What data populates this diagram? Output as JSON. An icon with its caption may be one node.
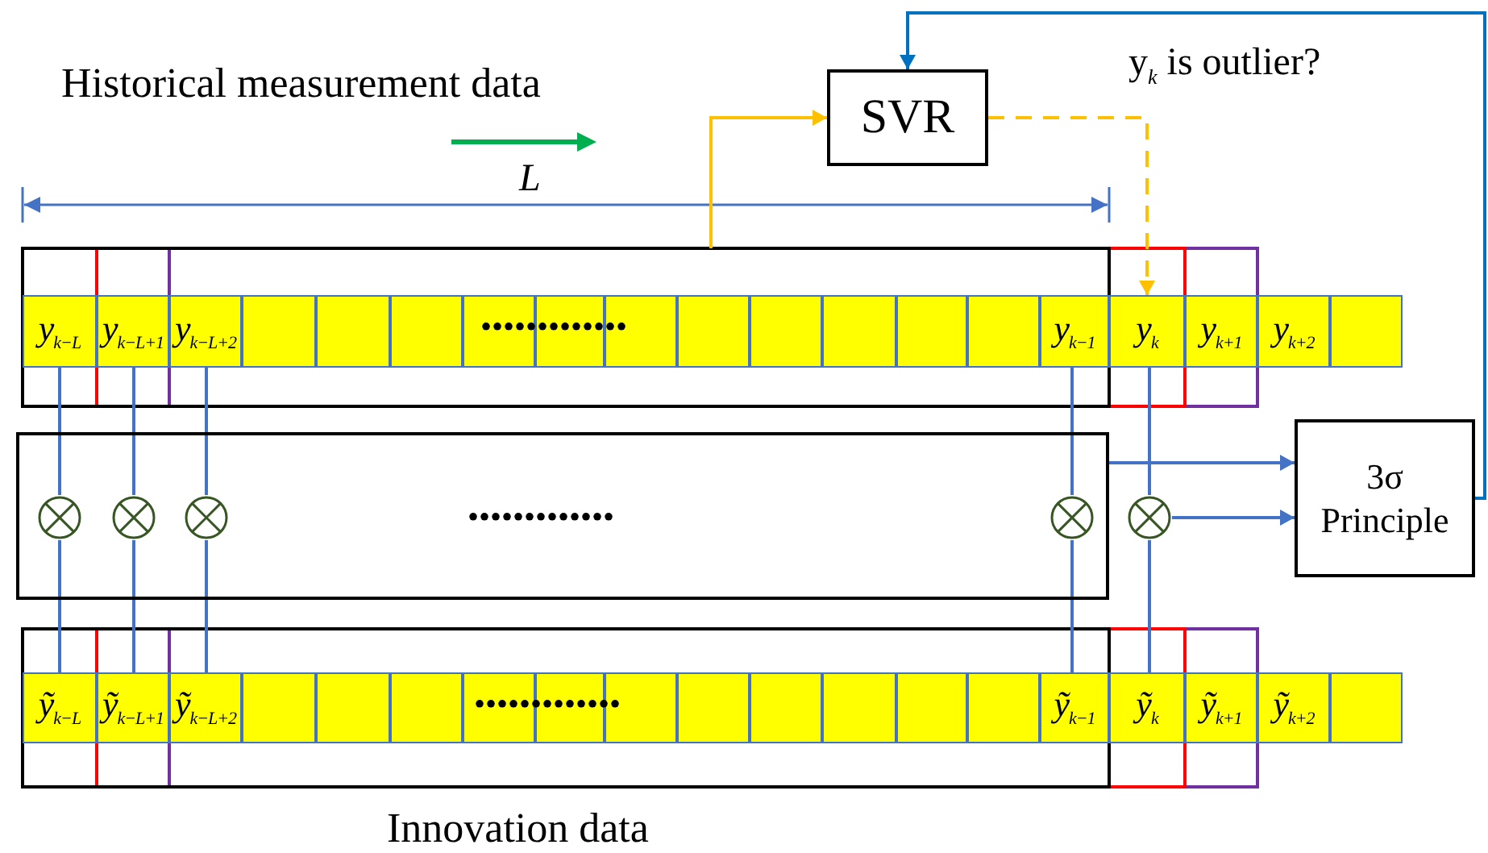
{
  "diagram": {
    "nodes": [
      {
        "text": [
          "SVR"
        ]
      },
      {
        "text": [
          "y$_{k−L}$"
        ]
      },
      {
        "text": [
          "y$_{k−L+1}$"
        ]
      },
      {
        "text": [
          "y$_{k−L+2}$"
        ]
      },
      {
        "text": [],
        "shape": "box"
      },
      {
        "text": [],
        "shape": "box"
      },
      {
        "text": [],
        "shape": "box"
      },
      {
        "text": [],
        "shape": "box"
      },
      {
        "text": [],
        "shape": "box"
      },
      {
        "text": [],
        "shape": "box"
      },
      {
        "text": [],
        "shape": "box"
      },
      {
        "text": [],
        "shape": "box"
      },
      {
        "text": [],
        "shape": "box"
      },
      {
        "text": [],
        "shape": "box"
      },
      {
        "text": [],
        "shape": "box"
      },
      {
        "text": [
          "y$_{k−1}$"
        ]
      },
      {
        "text": [
          "y$_{k}$"
        ]
      },
      {
        "text": [
          "y$_{k+1}$"
        ]
      },
      {
        "text": [
          "y$_{k+2}$"
        ]
      },
      {
        "text": [],
        "shape": "box"
      },
      {
        "text": [],
        "shape": "box"
      },
      {
        "text": [],
        "shape": "circle",
        "in": 20
      },
      {
        "text": [],
        "shape": "circle",
        "in": 20
      },
      {
        "text": [],
        "shape": "circle",
        "in": 20
      },
      {
        "text": [],
        "shape": "circle",
        "in": 20
      },
      {
        "text": [],
        "shape": "circle"
      },
      {
        "text": [
          "3σ Principle"
        ]
      },
      {
        "text": [
          "ỹ$_{k−L}$"
        ]
      },
      {
        "text": [
          "ỹ$_{k−L+1}$"
        ]
      },
      {
        "text": [
          "ỹ$_{k−L+2}$"
        ]
      },
      {
        "text": [],
        "shape": "box"
      },
      {
        "text": [],
        "shape": "box"
      },
      {
        "text": [],
        "shape": "box"
      },
      {
        "text": [],
        "shape": "box"
      },
      {
        "text": [],
        "shape": "box"
      },
      {
        "text": [],
        "shape": "box"
      },
      {
        "text": [],
        "shape": "box"
      },
      {
        "text": [],
        "shape": "box"
      },
      {
        "text": [],
        "shape": "box"
      },
      {
        "text": [],
        "shape": "box"
      },
      {
        "text": [],
        "shape": "box"
      },
      {
        "text": [
          "ỹ$_{k−1}$"
        ]
      },
      {
        "text": [
          "ỹ$_{k}$"
        ]
      },
      {
        "text": [
          "ỹ$_{k+1}$"
        ]
      },
      {
        "text": [
          "ỹ$_{k+2}$"
        ]
      },
      {
        "text": [],
        "shape": "box"
      }
    ],
    "edges": [
      {
        "from": null,
        "to": 0,
        "arrow": "to",
        "color": "#ffc000"
      },
      {
        "from": 0,
        "to": 16,
        "arrow": "to",
        "style": "dashed",
        "color": "#ffc000"
      },
      {
        "from": 26,
        "to": 0,
        "arrow": "to",
        "color": "#0070c0"
      },
      {
        "from": 20,
        "to": 26,
        "arrow": "to"
      },
      {
        "from": 25,
        "to": 26,
        "arrow": "to"
      },
      {
        "from": 1,
        "to": 21,
        "arrow": "none"
      },
      {
        "from": 2,
        "to": 22,
        "arrow": "none"
      },
      {
        "from": 3,
        "to": 23,
        "arrow": "none"
      },
      {
        "from": 15,
        "to": 24,
        "arrow": "none"
      },
      {
        "from": 16,
        "to": 25,
        "arrow": "none"
      },
      {
        "from": 21,
        "to": 27,
        "arrow": "none"
      },
      {
        "from": 22,
        "to": 28,
        "arrow": "none"
      },
      {
        "from": 23,
        "to": 29,
        "arrow": "none"
      },
      {
        "from": 24,
        "to": 41,
        "arrow": "none"
      },
      {
        "from": 25,
        "to": 42,
        "arrow": "none"
      }
    ],
    "labels": [
      "Historical measurement data",
      "y$_{k}$ is outlier?",
      "L",
      "•••••••••••••",
      "•••••••••••••",
      "•••••••••••••",
      "Innovation data"
    ]
  }
}
